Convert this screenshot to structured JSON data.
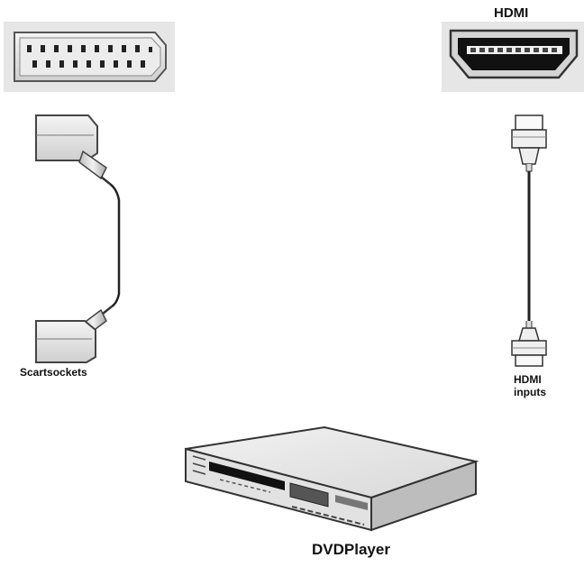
{
  "labels": {
    "hdmi_top": "HDMI",
    "scart_sockets": "Scartsockets",
    "hdmi_inputs_line1": "HDMI",
    "hdmi_inputs_line2": "inputs",
    "dvd_player": "DVDPlayer"
  }
}
